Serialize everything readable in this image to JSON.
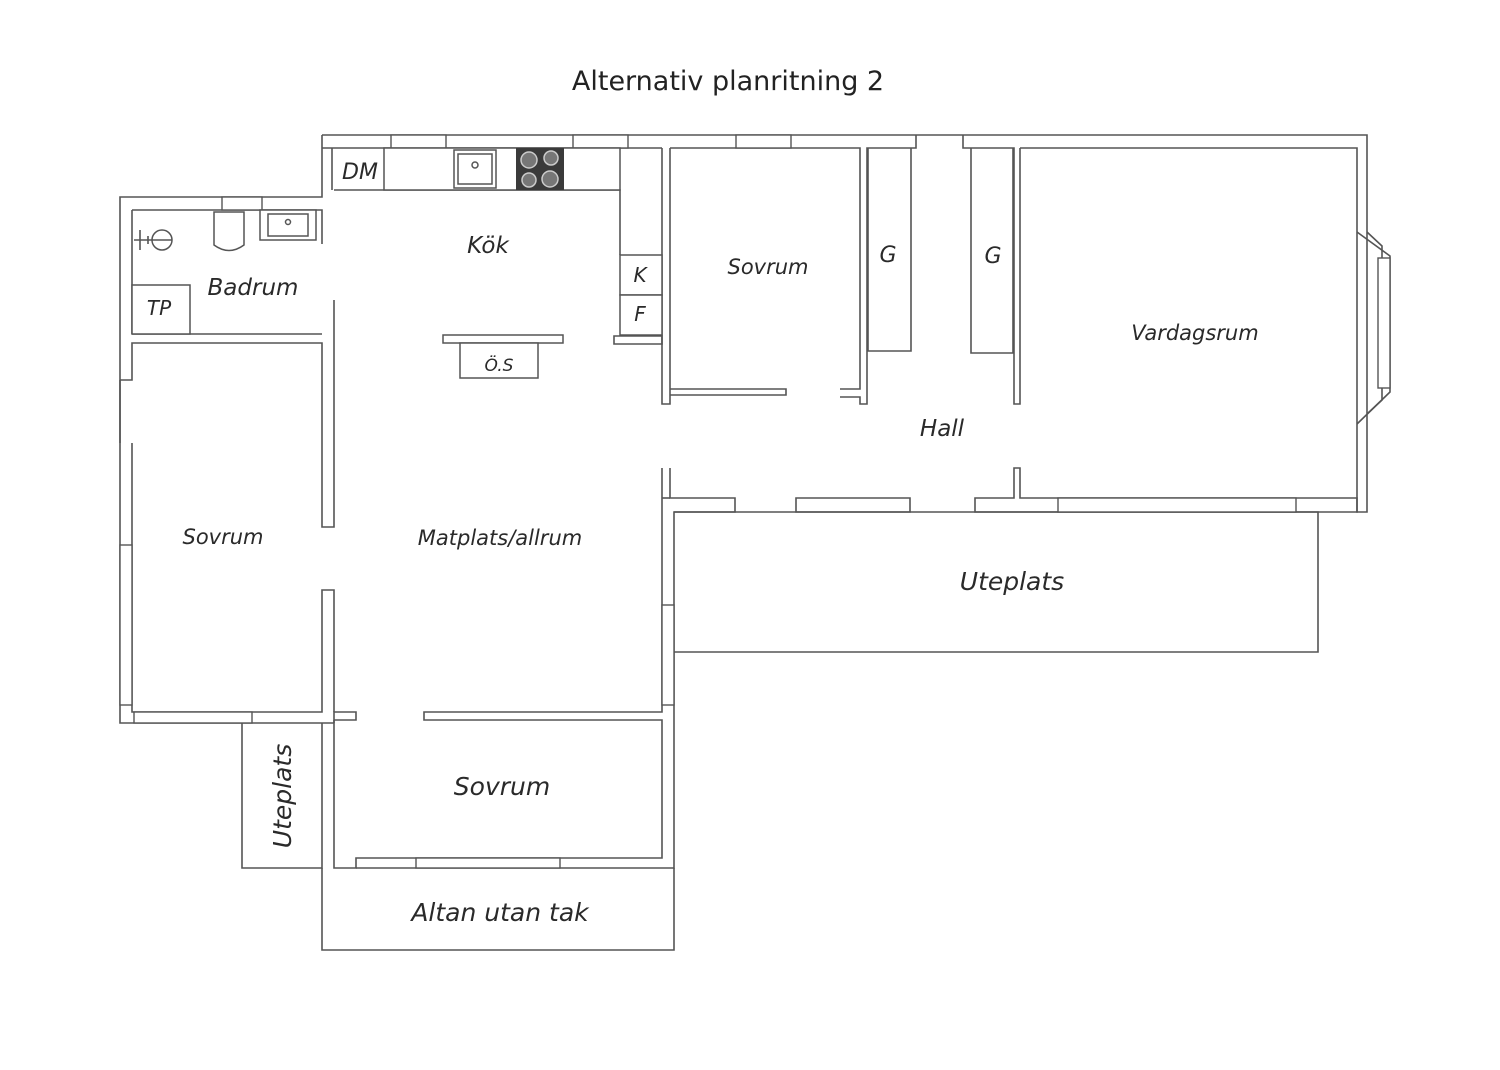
{
  "title": "Alternativ planritning 2",
  "labels": {
    "dm": "DM",
    "kok": "Kök",
    "badrum": "Badrum",
    "tp": "TP",
    "k": "K",
    "f": "F",
    "os": "Ö.S",
    "sovrum_top": "Sovrum",
    "g_left": "G",
    "g_right": "G",
    "vardagsrum": "Vardagsrum",
    "hall": "Hall",
    "sovrum_left": "Sovrum",
    "matplats": "Matplats/allrum",
    "uteplats_right": "Uteplats",
    "uteplats_left": "Uteplats",
    "sovrum_bottom": "Sovrum",
    "altan": "Altan utan tak"
  },
  "colors": {
    "line": "#555555",
    "text": "#2a2a2a",
    "stove": "#3a3a3a"
  }
}
